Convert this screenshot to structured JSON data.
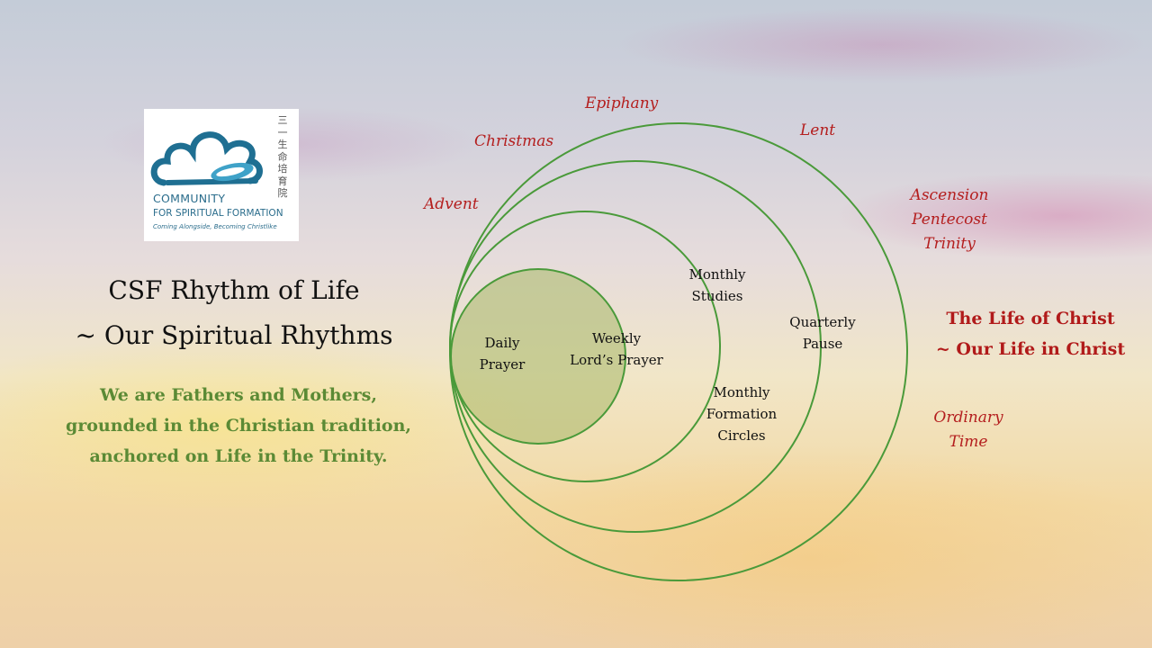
{
  "logo": {
    "zh_chars": [
      "三",
      "一",
      "生",
      "命",
      "培",
      "育",
      "院"
    ],
    "name_line1": "COMMUNITY",
    "name_line2": "FOR SPIRITUAL FORMATION",
    "tagline": "Coming Alongside, Becoming Christlike",
    "colors": {
      "primary": "#1f6f92",
      "accent": "#3fa2c8"
    }
  },
  "title": {
    "line1": "CSF Rhythm of Life",
    "line2": "~ Our Spiritual Rhythms"
  },
  "intro": {
    "line1": "We are Fathers and Mothers,",
    "line2": "grounded in the Christian tradition,",
    "line3": "anchored on Life in the Trinity."
  },
  "seasons": {
    "epiphany": "Epiphany",
    "christmas": "Christmas",
    "lent": "Lent",
    "advent": "Advent",
    "ascension": "Ascension",
    "pentecost": "Pentecost",
    "trinity": "Trinity",
    "ordinary_line1": "Ordinary",
    "ordinary_line2": "Time"
  },
  "rhythms": {
    "daily": {
      "line1": "Daily",
      "line2": "Prayer"
    },
    "weekly": {
      "line1": "Weekly",
      "line2": "Lord’s Prayer"
    },
    "monthly_studies": {
      "line1": "Monthly",
      "line2": "Studies"
    },
    "monthly_formation": {
      "line1": "Monthly",
      "line2": "Formation",
      "line3": "Circles"
    },
    "quarterly": {
      "line1": "Quarterly",
      "line2": "Pause"
    }
  },
  "life_of_christ": {
    "line1": "The Life of Christ",
    "line2": "~ Our Life in Christ"
  },
  "colors": {
    "circle_stroke": "#4a9a3a",
    "inner_fill": "#a8b868",
    "season_text": "#b41e1e",
    "intro_text": "#5b8a35",
    "life_text": "#b11a1a"
  }
}
